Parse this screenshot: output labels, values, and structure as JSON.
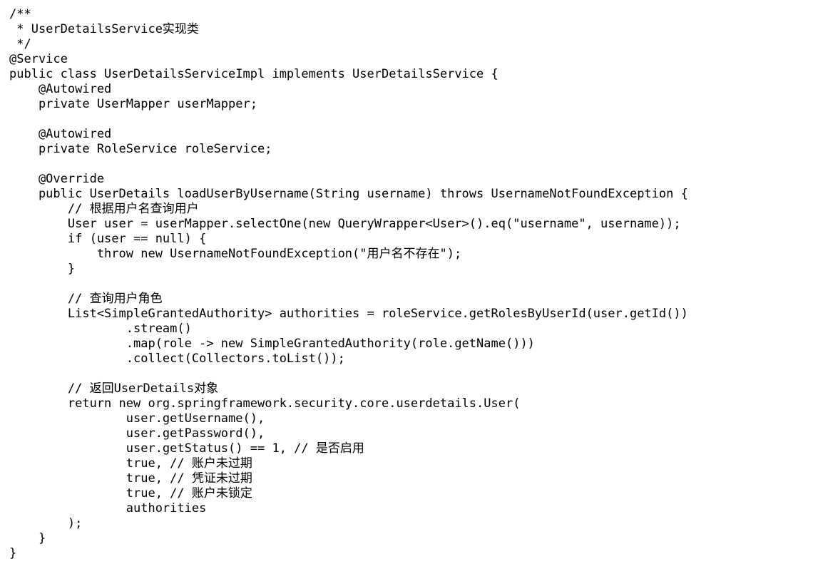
{
  "document": {
    "language": "java",
    "lines": [
      "/**",
      " * UserDetailsService实现类",
      " */",
      "@Service",
      "public class UserDetailsServiceImpl implements UserDetailsService {",
      "    @Autowired",
      "    private UserMapper userMapper;",
      "",
      "    @Autowired",
      "    private RoleService roleService;",
      "",
      "    @Override",
      "    public UserDetails loadUserByUsername(String username) throws UsernameNotFoundException {",
      "        // 根据用户名查询用户",
      "        User user = userMapper.selectOne(new QueryWrapper<User>().eq(\"username\", username));",
      "        if (user == null) {",
      "            throw new UsernameNotFoundException(\"用户名不存在\");",
      "        }",
      "",
      "        // 查询用户角色",
      "        List<SimpleGrantedAuthority> authorities = roleService.getRolesByUserId(user.getId())",
      "                .stream()",
      "                .map(role -> new SimpleGrantedAuthority(role.getName()))",
      "                .collect(Collectors.toList());",
      "",
      "        // 返回UserDetails对象",
      "        return new org.springframework.security.core.userdetails.User(",
      "                user.getUsername(),",
      "                user.getPassword(),",
      "                user.getStatus() == 1, // 是否启用",
      "                true, // 账户未过期",
      "                true, // 凭证未过期",
      "                true, // 账户未锁定",
      "                authorities",
      "        );",
      "    }",
      "}"
    ]
  }
}
